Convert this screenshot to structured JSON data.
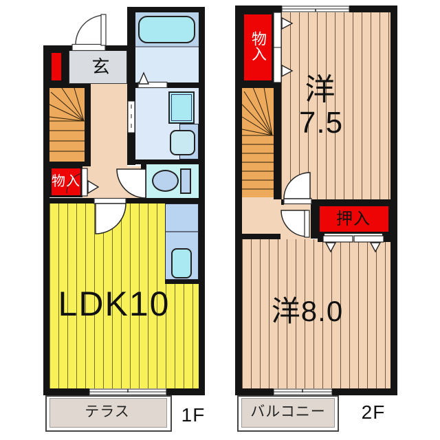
{
  "title": "apartment-floor-plan",
  "floor1": {
    "label": "1F",
    "genkan": "玄",
    "closet_top": "物入",
    "ldk": "LDK10",
    "terrace": "テラス"
  },
  "floor2": {
    "label": "2F",
    "closet": "物入",
    "room1_name": "洋",
    "room1_size": "7.5",
    "oshiire": "押入",
    "room2": "洋8.0",
    "balcony": "バルコニー"
  },
  "colors": {
    "wall": "#141414",
    "closet_red": "#ee0404",
    "ldk_yellow": "#f8f258",
    "room_tan": "#f2d3b5",
    "hall_beige": "#f3d6ba",
    "stair_orange": "#eda95c",
    "genkan_gray": "#d9dde1",
    "bath_blue": "#b9d3eb",
    "washroom_blue": "#dbe9f8",
    "toilet_cyan": "#c6f2f4",
    "fixture_cyan": "#abe9f2",
    "kitchen_blue": "#b9d4f0",
    "terrace_gray": "#e0d8d0"
  }
}
